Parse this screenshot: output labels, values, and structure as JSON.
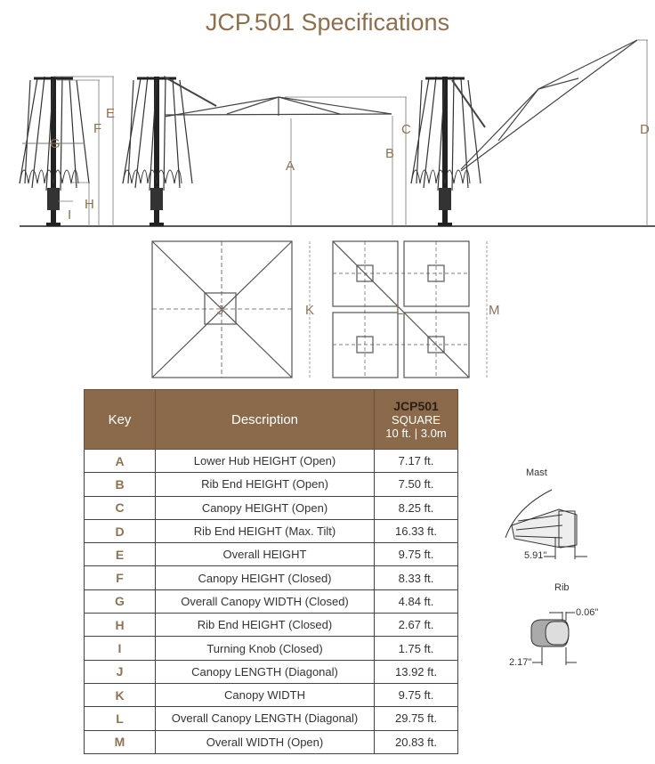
{
  "title": "JCP.501 Specifications",
  "diagram_labels": {
    "A": "A",
    "B": "B",
    "C": "C",
    "D": "D",
    "E": "E",
    "F": "F",
    "G": "G",
    "H": "H",
    "I": "I",
    "J": "J",
    "K": "K",
    "L": "L",
    "M": "M"
  },
  "table": {
    "headers": {
      "key": "Key",
      "description": "Description",
      "model": "JCP501",
      "shape": "SQUARE",
      "size": "10 ft. | 3.0m"
    },
    "rows": [
      {
        "key": "A",
        "description": "Lower Hub HEIGHT (Open)",
        "value": "7.17 ft."
      },
      {
        "key": "B",
        "description": "Rib End HEIGHT (Open)",
        "value": "7.50 ft."
      },
      {
        "key": "C",
        "description": "Canopy HEIGHT (Open)",
        "value": "8.25 ft."
      },
      {
        "key": "D",
        "description": "Rib End HEIGHT (Max. Tilt)",
        "value": "16.33 ft."
      },
      {
        "key": "E",
        "description": "Overall HEIGHT",
        "value": "9.75 ft."
      },
      {
        "key": "F",
        "description": "Canopy HEIGHT (Closed)",
        "value": "8.33 ft."
      },
      {
        "key": "G",
        "description": "Overall Canopy WIDTH (Closed)",
        "value": "4.84 ft."
      },
      {
        "key": "H",
        "description": "Rib End HEIGHT (Closed)",
        "value": "2.67 ft."
      },
      {
        "key": "I",
        "description": "Turning Knob (Closed)",
        "value": "1.75 ft."
      },
      {
        "key": "J",
        "description": "Canopy LENGTH (Diagonal)",
        "value": "13.92 ft."
      },
      {
        "key": "K",
        "description": "Canopy WIDTH",
        "value": "9.75 ft."
      },
      {
        "key": "L",
        "description": "Overall Canopy LENGTH (Diagonal)",
        "value": "29.75 ft."
      },
      {
        "key": "M",
        "description": "Overall WIDTH (Open)",
        "value": "20.83 ft."
      }
    ]
  },
  "profiles": {
    "mast": {
      "label": "Mast",
      "dimension": "5.91\""
    },
    "rib": {
      "label": "Rib",
      "thickness": "0.06\"",
      "dimension": "2.17\""
    }
  }
}
